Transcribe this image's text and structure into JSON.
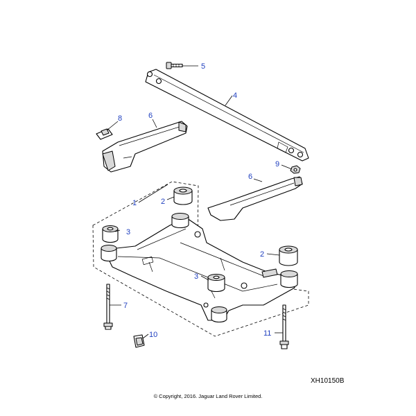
{
  "callouts": {
    "c1": "1",
    "c2a": "2",
    "c2b": "2",
    "c3a": "3",
    "c3b": "3",
    "c4": "4",
    "c5": "5",
    "c6a": "6",
    "c6b": "6",
    "c7": "7",
    "c8": "8",
    "c9": "9",
    "c10": "10",
    "c11": "11"
  },
  "reference_code": "XH10150B",
  "copyright": "© Copyright, 2016. Jaguar Land Rover Limited.",
  "colors": {
    "callout": "#1f3fbf",
    "line": "#000000",
    "fill_shade": "#d9d9d9"
  }
}
